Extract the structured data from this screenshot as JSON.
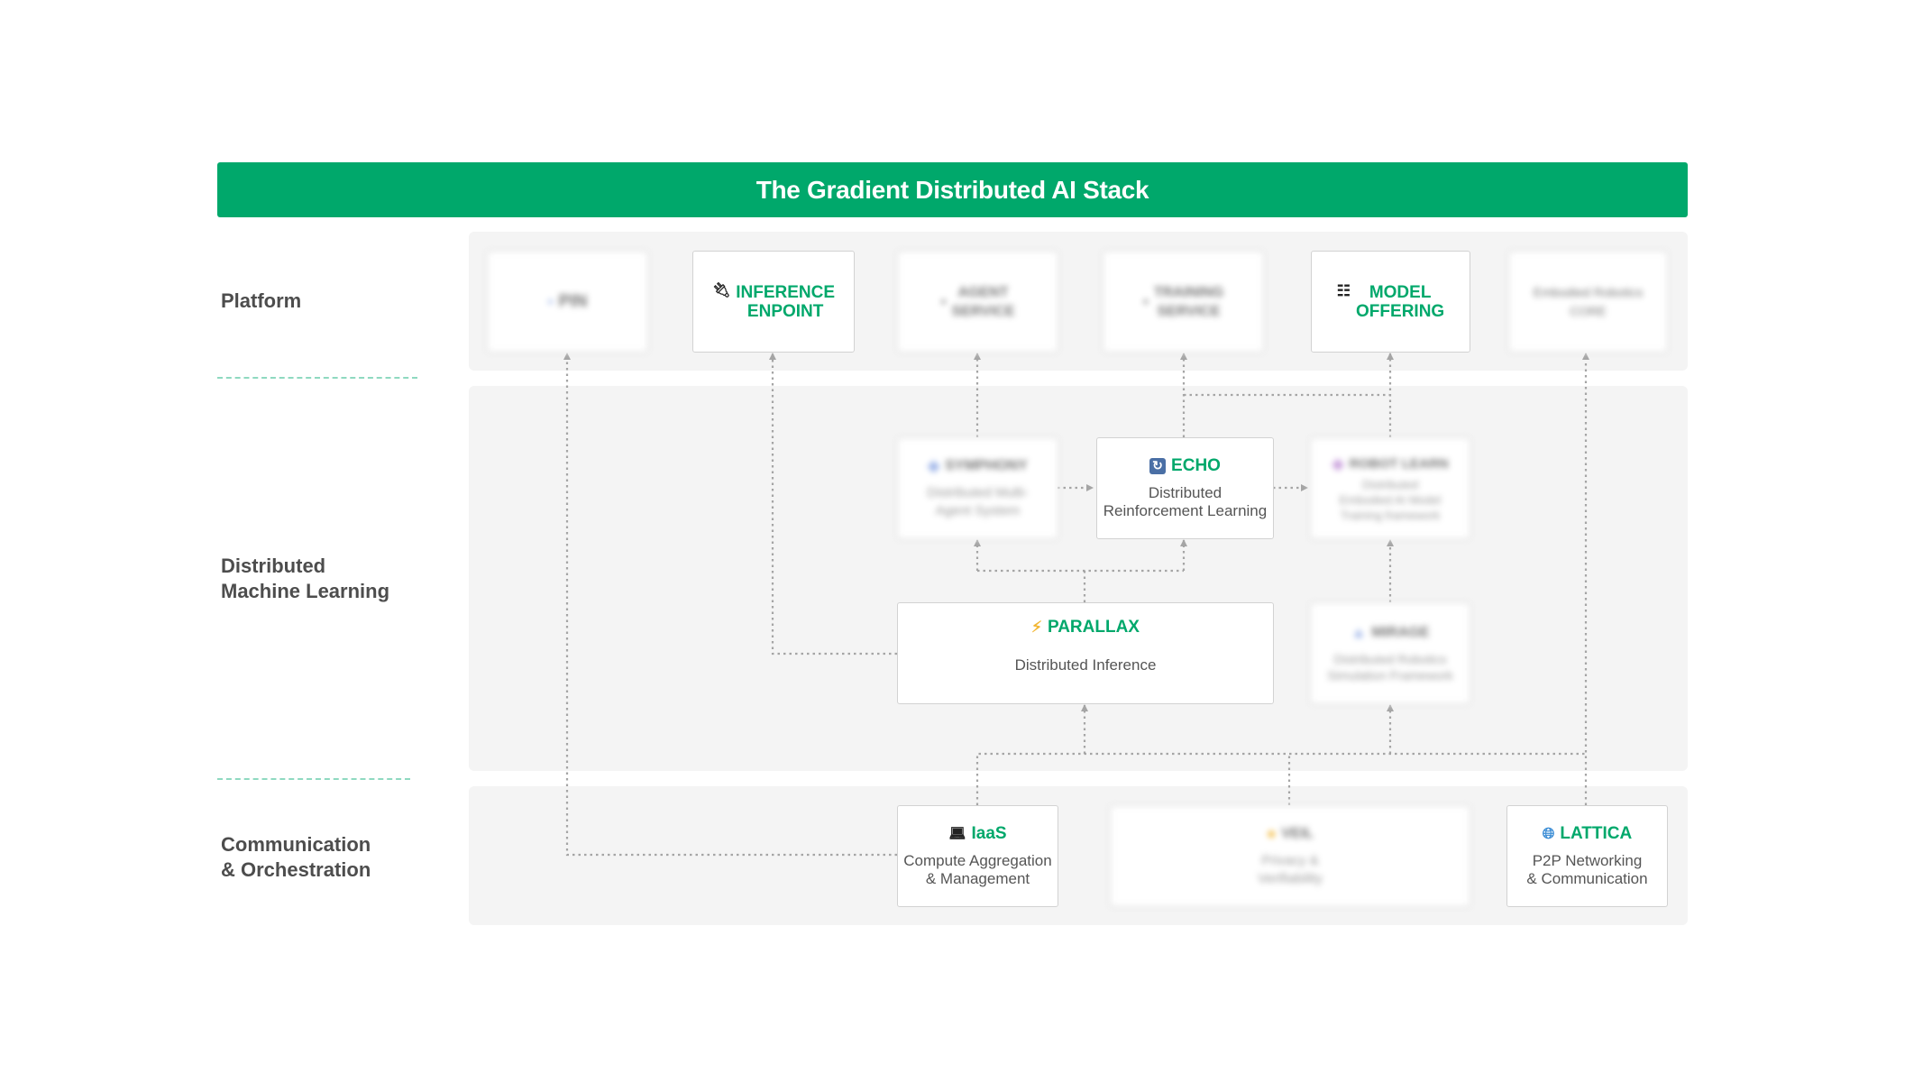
{
  "title": "The Gradient Distributed AI Stack",
  "layers": {
    "platform": "Platform",
    "dml": "Distributed\nMachine Learning",
    "comm": "Communication\n& Orchestration"
  },
  "boxes": {
    "p1": {
      "title": "PIN",
      "desc": "",
      "icon": "blurred-icon"
    },
    "inference": {
      "title": "INFERENCE\nENPOINT",
      "desc": "",
      "icon": "plug-icon"
    },
    "p3": {
      "title": "AGENT\nSERVICE",
      "desc": "",
      "icon": "blurred-icon"
    },
    "p4": {
      "title": "TRAINING\nSERVICE",
      "desc": "",
      "icon": "blurred-icon"
    },
    "model": {
      "title": "MODEL\nOFFERING",
      "desc": "",
      "icon": "grid-icon"
    },
    "p6": {
      "title": "Embodied Robotics\nCORE",
      "desc": "",
      "icon": ""
    },
    "symphony": {
      "title": "SYMPHONY",
      "desc": "Distributed Multi-\nAgent System",
      "icon": "blurred-icon"
    },
    "echo": {
      "title": "ECHO",
      "desc": "Distributed\nReinforcement Learning",
      "icon": "refresh-icon"
    },
    "robot": {
      "title": "ROBOT LEARN",
      "desc": "Distributed\nEmbodied AI Model\nTraining framework",
      "icon": "blurred-icon"
    },
    "parallax": {
      "title": "PARALLAX",
      "desc": "Distributed Inference",
      "icon": "lightning-icon"
    },
    "mirage": {
      "title": "MIRAGE",
      "desc": "Distributed Robotics\nSimulation Framework",
      "icon": "blurred-icon"
    },
    "iaas": {
      "title": "IaaS",
      "desc": "Compute Aggregation\n& Management",
      "icon": "laptop-icon"
    },
    "veil": {
      "title": "VEIL",
      "desc": "Privacy &\nVerifiability",
      "icon": "blurred-icon"
    },
    "lattica": {
      "title": "LATTICA",
      "desc": "P2P Networking\n& Communication",
      "icon": "globe-icon"
    }
  },
  "colors": {
    "accent": "#00a86b",
    "panel": "#f4f4f4",
    "border": "#d2d2d2",
    "connector": "#a5a5a5",
    "separator": "#8fd9c0"
  }
}
